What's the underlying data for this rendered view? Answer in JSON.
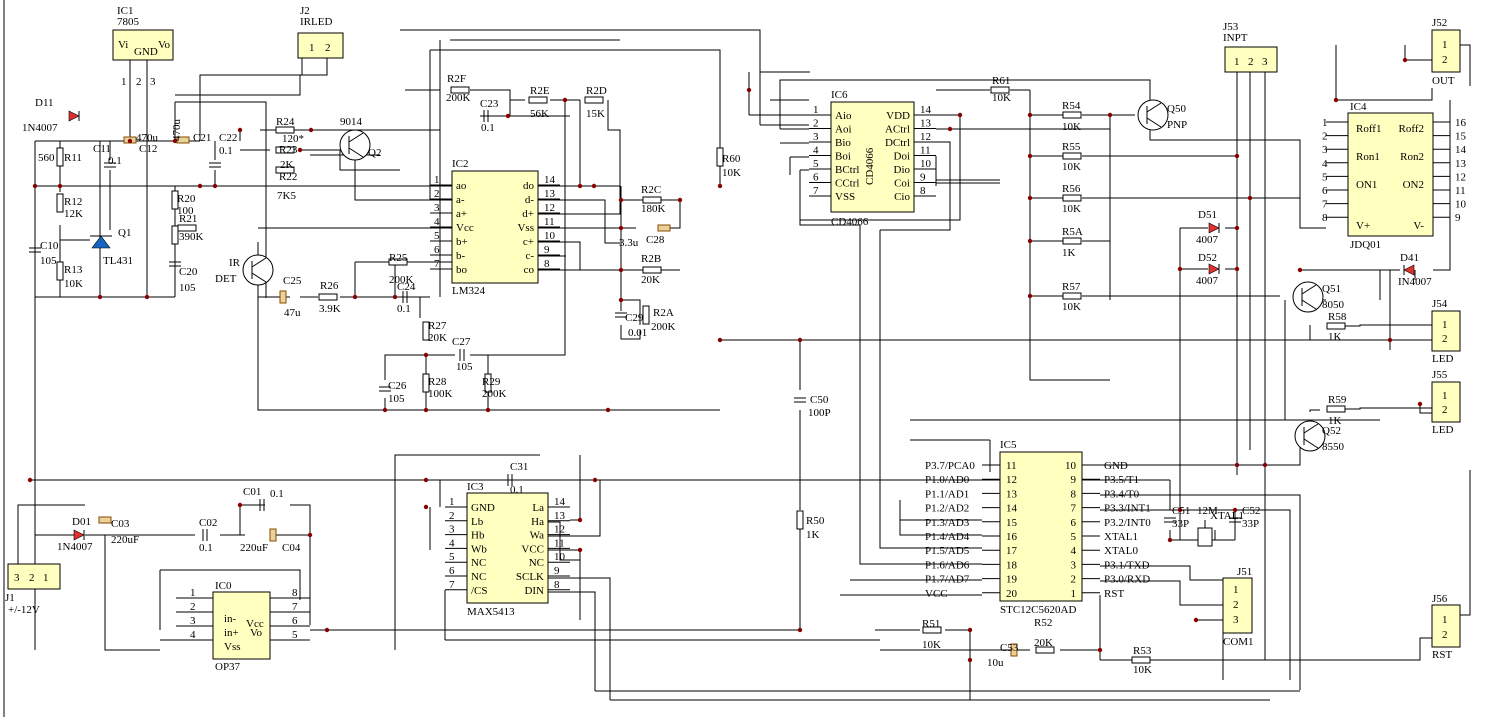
{
  "chips": [
    {
      "name": "IC1",
      "type": "7805",
      "pins": [
        "Vi",
        "GND",
        "Vo"
      ],
      "pinnum": [
        "1",
        "2",
        "3"
      ]
    },
    {
      "name": "J2",
      "type": "IRLED",
      "pins": [
        "1",
        "2"
      ]
    },
    {
      "name": "J53",
      "type": "INPT",
      "pins": [
        "1",
        "2",
        "3"
      ]
    },
    {
      "name": "J52",
      "type": "OUT",
      "pins": [
        "1",
        "2"
      ]
    },
    {
      "name": "IC2",
      "type": "LM324",
      "left": [
        "ao",
        "a-",
        "a+",
        "Vcc",
        "b+",
        "b-",
        "bo"
      ],
      "leftnum": [
        "1",
        "2",
        "3",
        "4",
        "5",
        "6",
        "7"
      ],
      "right": [
        "do",
        "d-",
        "d+",
        "Vss",
        "c+",
        "c-",
        "co"
      ],
      "rightnum": [
        "14",
        "13",
        "12",
        "11",
        "10",
        "9",
        "8"
      ]
    },
    {
      "name": "IC6",
      "type": "CD4066",
      "side": "CD4066",
      "left": [
        "Aio",
        "Aoi",
        "Bio",
        "Boi",
        "BCtrl",
        "CCtrl",
        "VSS"
      ],
      "leftnum": [
        "1",
        "2",
        "3",
        "4",
        "5",
        "6",
        "7"
      ],
      "right": [
        "VDD",
        "ACtrl",
        "DCtrl",
        "Doi",
        "Dio",
        "Coi",
        "Cio"
      ],
      "rightnum": [
        "14",
        "13",
        "12",
        "11",
        "10",
        "9",
        "8"
      ]
    },
    {
      "name": "IC4",
      "type": "JDQ01",
      "left": [
        "Roff1",
        "Ron1",
        "ON1",
        "V+"
      ],
      "leftnum": [
        "1",
        "2",
        "3",
        "4",
        "5",
        "6",
        "7",
        "8"
      ],
      "right": [
        "Roff2",
        "Ron2",
        "ON2",
        "V-"
      ],
      "rightnum": [
        "16",
        "15",
        "14",
        "13",
        "12",
        "11",
        "10",
        "9"
      ]
    },
    {
      "name": "IC3",
      "type": "MAX5413",
      "left": [
        "GND",
        "Lb",
        "Hb",
        "Wb",
        "NC",
        "NC",
        "/CS"
      ],
      "leftnum": [
        "1",
        "2",
        "3",
        "4",
        "5",
        "6",
        "7"
      ],
      "right": [
        "La",
        "Ha",
        "Wa",
        "VCC",
        "NC",
        "SCLK",
        "DIN"
      ],
      "rightnum": [
        "14",
        "13",
        "12",
        "11",
        "10",
        "9",
        "8"
      ]
    },
    {
      "name": "IC5",
      "type": "STC12C5620AD",
      "outleft": [
        "P3.7/PCA0",
        "P1.0/AD0",
        "P1.1/AD1",
        "P1.2/AD2",
        "P1.3/AD3",
        "P1.4/AD4",
        "P1.5/AD5",
        "P1.6/AD6",
        "P1.7/AD7",
        "VCC"
      ],
      "leftnum": [
        "11",
        "12",
        "13",
        "14",
        "15",
        "16",
        "17",
        "18",
        "19",
        "20"
      ],
      "rightnum": [
        "10",
        "9",
        "8",
        "7",
        "6",
        "5",
        "4",
        "3",
        "2",
        "1"
      ],
      "outright": [
        "GND",
        "P3.5/T1",
        "P3.4/T0",
        "P3.3/INT1",
        "P3.2/INT0",
        "XTAL1",
        "XTAL0",
        "P3.1/TXD",
        "P3.0/RXD",
        "RST"
      ]
    },
    {
      "name": "IC0",
      "type": "OP37",
      "left": [
        "in-",
        "in+",
        "Vss"
      ],
      "leftnum": [
        "1",
        "2",
        "3",
        "4"
      ],
      "right": [
        "Vcc",
        "Vo"
      ],
      "rightnum": [
        "8",
        "7",
        "6",
        "5"
      ]
    },
    {
      "name": "J51",
      "type": "COM1",
      "pins": [
        "1",
        "2",
        "3"
      ]
    },
    {
      "name": "J54",
      "type": "LED",
      "pins": [
        "1",
        "2"
      ]
    },
    {
      "name": "J55",
      "type": "LED",
      "pins": [
        "1",
        "2"
      ]
    },
    {
      "name": "J56",
      "type": "RST",
      "pins": [
        "1",
        "2"
      ]
    },
    {
      "name": "J1",
      "type": "+/-12V",
      "pins": [
        "3",
        "2",
        "1"
      ]
    }
  ],
  "labels": [
    "D11",
    "1N4007",
    "C11",
    "0.1",
    "C12",
    "470u",
    "470u",
    "C21",
    "C22",
    "0.1",
    "560",
    "R11",
    "R12",
    "12K",
    "C10",
    "105",
    "R13",
    "10K",
    "Q1",
    "TL431",
    "R24",
    "120*",
    "R23",
    "2K",
    "R22",
    "7K5",
    "9014",
    "Q2",
    "R20",
    "100",
    "R21",
    "390K",
    "C20",
    "105",
    "IR",
    "DET",
    "C25",
    "47u",
    "R26",
    "3.9K",
    "R2F",
    "200K",
    "C23",
    "0.1",
    "R2E",
    "56K",
    "R2D",
    "15K",
    "R25",
    "200K",
    "C24",
    "0.1",
    "R2C",
    "180K",
    "3.3u",
    "C28",
    "R2B",
    "20K",
    "C29",
    "0.01",
    "R2A",
    "200K",
    "R27",
    "20K",
    "C27",
    "105",
    "C26",
    "105",
    "R28",
    "100K",
    "R29",
    "200K",
    "R60",
    "10K",
    "R61",
    "10K",
    "R54",
    "10K",
    "R55",
    "10K",
    "R56",
    "10K",
    "R5A",
    "1K",
    "R57",
    "10K",
    "Q50",
    "PNP",
    "D51",
    "4007",
    "D52",
    "4007",
    "Q51",
    "8050",
    "D41",
    "IN4007",
    "R58",
    "1K",
    "R59",
    "1K",
    "Q52",
    "8550",
    "C50",
    "100P",
    "R50",
    "1K",
    "C31",
    "0.1",
    "C51",
    "33P",
    "XTAL1",
    "12M",
    "C52",
    "33P",
    "R51",
    "10K",
    "R52",
    "20K",
    "C53",
    "10u",
    "R53",
    "10K",
    "D01",
    "1N4007",
    "C03",
    "220uF",
    "C02",
    "0.1",
    "C01",
    "0.1",
    "220uF",
    "C04"
  ]
}
